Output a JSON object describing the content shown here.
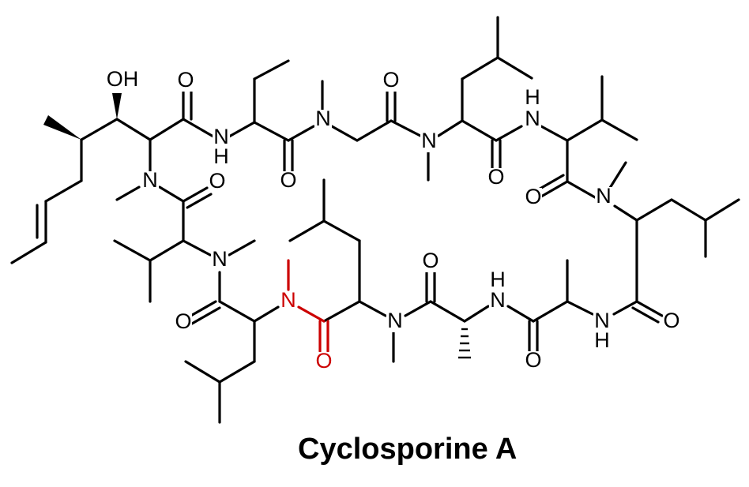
{
  "title": "Cyclosporine A",
  "colors": {
    "default": "#000000",
    "highlight": "#cc0000"
  },
  "atom_labels": [
    {
      "id": "oh",
      "text": "OH",
      "color": "default"
    },
    {
      "id": "o1",
      "text": "O",
      "color": "default"
    },
    {
      "id": "nh1-n",
      "text": "N",
      "color": "default"
    },
    {
      "id": "nh1-h",
      "text": "H",
      "color": "default"
    },
    {
      "id": "o2",
      "text": "O",
      "color": "default"
    },
    {
      "id": "n2",
      "text": "N",
      "color": "default"
    },
    {
      "id": "o3",
      "text": "O",
      "color": "default"
    },
    {
      "id": "n3",
      "text": "N",
      "color": "default"
    },
    {
      "id": "o4",
      "text": "O",
      "color": "default"
    },
    {
      "id": "nh4-h",
      "text": "H",
      "color": "default"
    },
    {
      "id": "nh4-n",
      "text": "N",
      "color": "default"
    },
    {
      "id": "o5",
      "text": "O",
      "color": "default"
    },
    {
      "id": "n5",
      "text": "N",
      "color": "default"
    },
    {
      "id": "o6",
      "text": "O",
      "color": "default"
    },
    {
      "id": "nh6-n",
      "text": "N",
      "color": "default"
    },
    {
      "id": "nh6-h",
      "text": "H",
      "color": "default"
    },
    {
      "id": "o7",
      "text": "O",
      "color": "default"
    },
    {
      "id": "nh7-h",
      "text": "H",
      "color": "default"
    },
    {
      "id": "nh7-n",
      "text": "N",
      "color": "default"
    },
    {
      "id": "o8",
      "text": "O",
      "color": "default"
    },
    {
      "id": "n8",
      "text": "N",
      "color": "default"
    },
    {
      "id": "o9",
      "text": "O",
      "color": "highlight"
    },
    {
      "id": "n9",
      "text": "N",
      "color": "highlight"
    },
    {
      "id": "o10",
      "text": "O",
      "color": "default"
    },
    {
      "id": "n10",
      "text": "N",
      "color": "default"
    },
    {
      "id": "o11",
      "text": "O",
      "color": "default"
    },
    {
      "id": "n11",
      "text": "N",
      "color": "default"
    }
  ]
}
